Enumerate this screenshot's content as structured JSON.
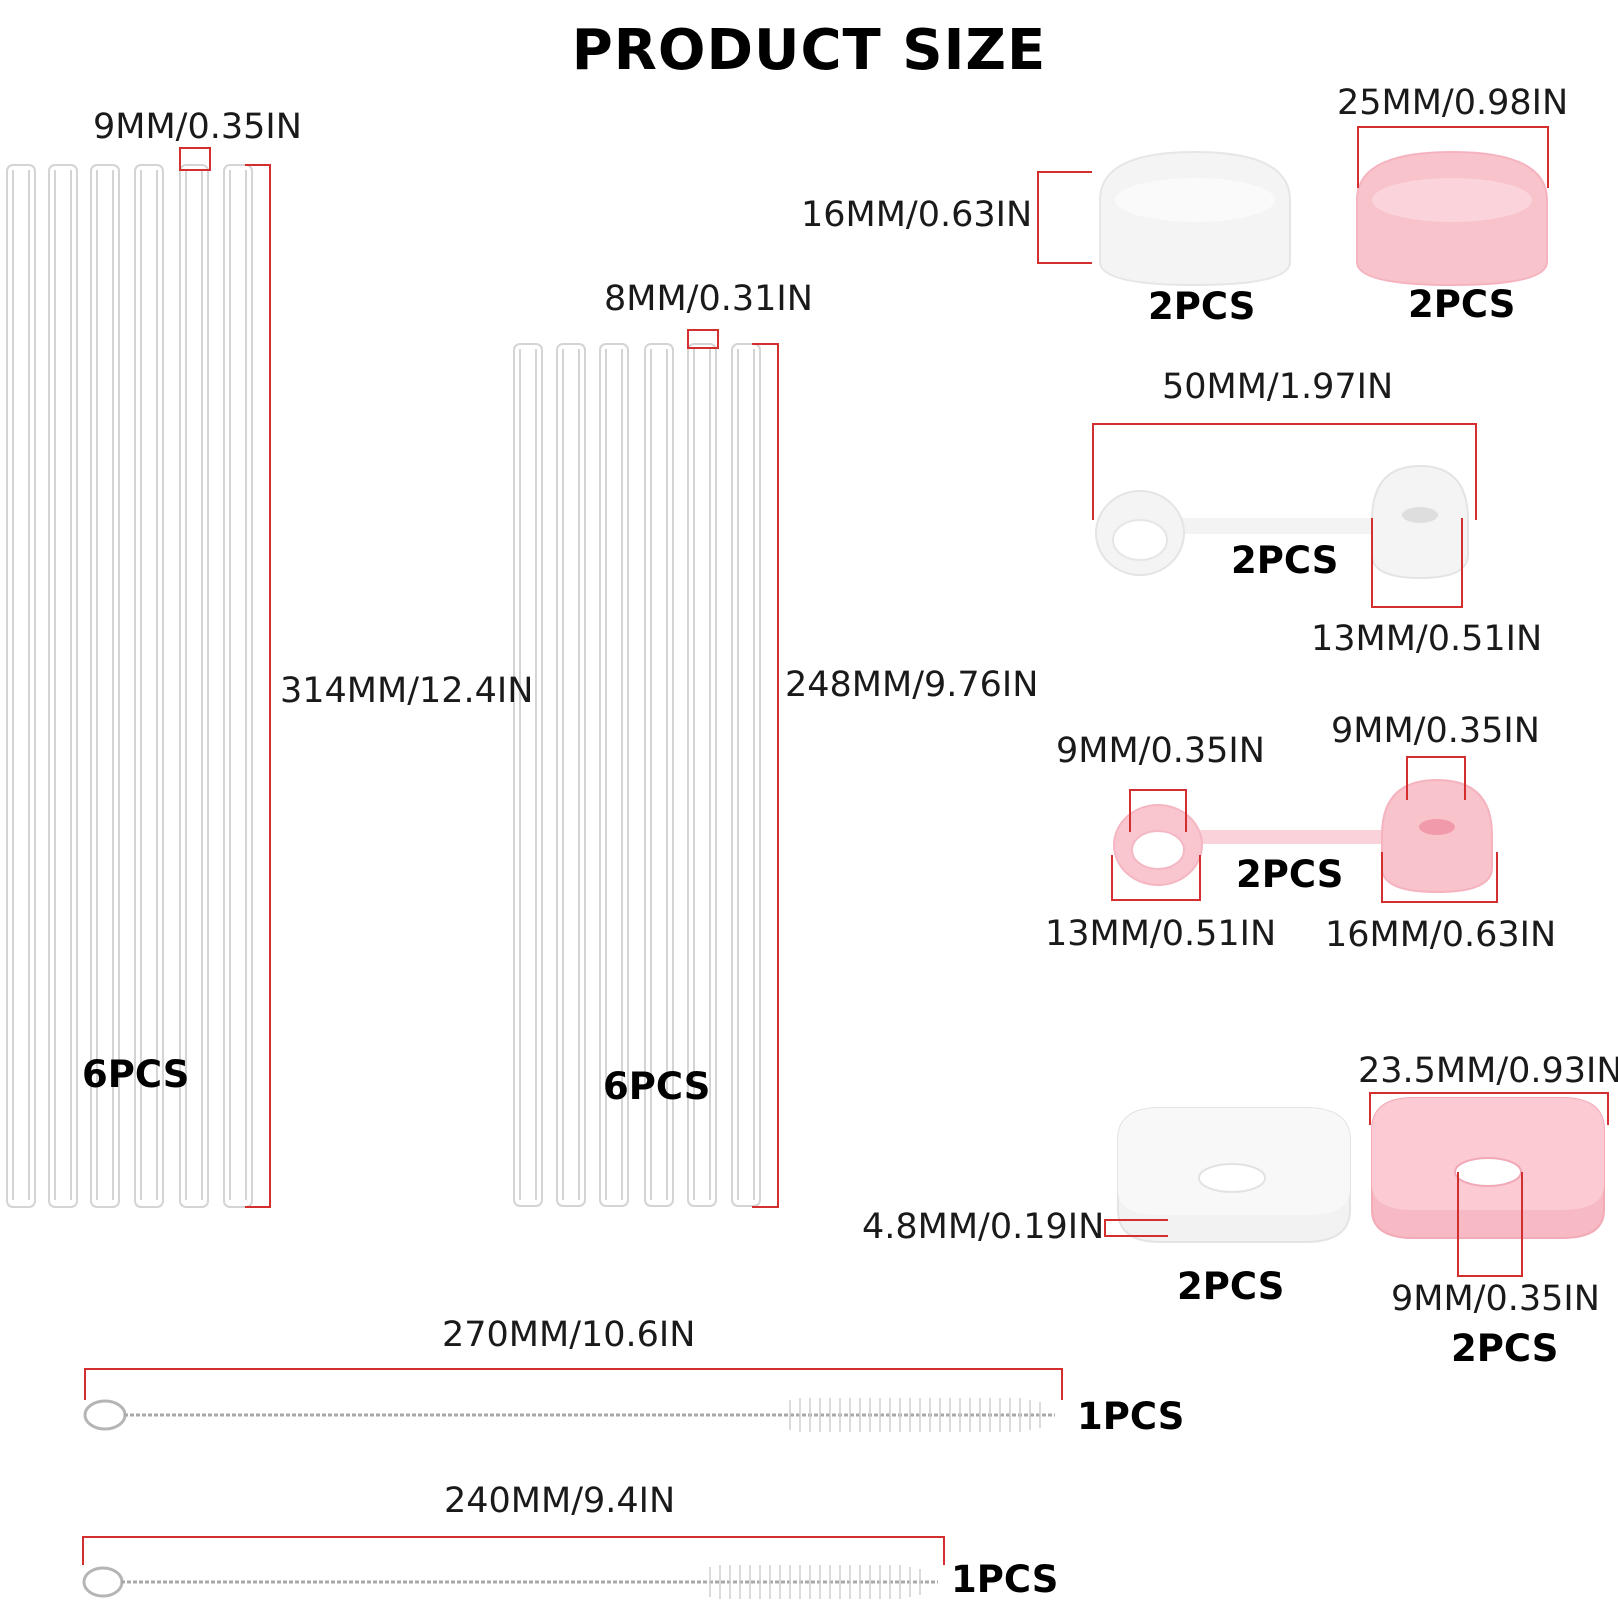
{
  "title": "PRODUCT SIZE",
  "colors": {
    "accent_red": "#d32f2f",
    "pink": "#f8c8d0",
    "white_part": "#f3f3f3",
    "straw_outline": "#d8d8d8"
  },
  "straws_long": {
    "diameter": "9MM/0.35IN",
    "length": "314MM/12.4IN",
    "qty": "6PCS"
  },
  "straws_short": {
    "diameter": "8MM/0.31IN",
    "length": "248MM/9.76IN",
    "qty": "6PCS"
  },
  "caps": {
    "height": "16MM/0.63IN",
    "width": "25MM/0.98IN",
    "qty_white": "2PCS",
    "qty_pink": "2PCS"
  },
  "white_tether": {
    "length": "50MM/1.97IN",
    "inner": "13MM/0.51IN",
    "qty": "2PCS"
  },
  "pink_tether": {
    "ring_inner": "9MM/0.35IN",
    "stopper_inner": "9MM/0.35IN",
    "ring_outer": "13MM/0.51IN",
    "stopper_outer": "16MM/0.63IN",
    "qty": "2PCS"
  },
  "gaskets": {
    "thickness": "4.8MM/0.19IN",
    "width": "23.5MM/0.93IN",
    "hole": "9MM/0.35IN",
    "qty_white": "2PCS",
    "qty_pink": "2PCS"
  },
  "brush_long": {
    "length": "270MM/10.6IN",
    "qty": "1PCS"
  },
  "brush_short": {
    "length": "240MM/9.4IN",
    "qty": "1PCS"
  }
}
